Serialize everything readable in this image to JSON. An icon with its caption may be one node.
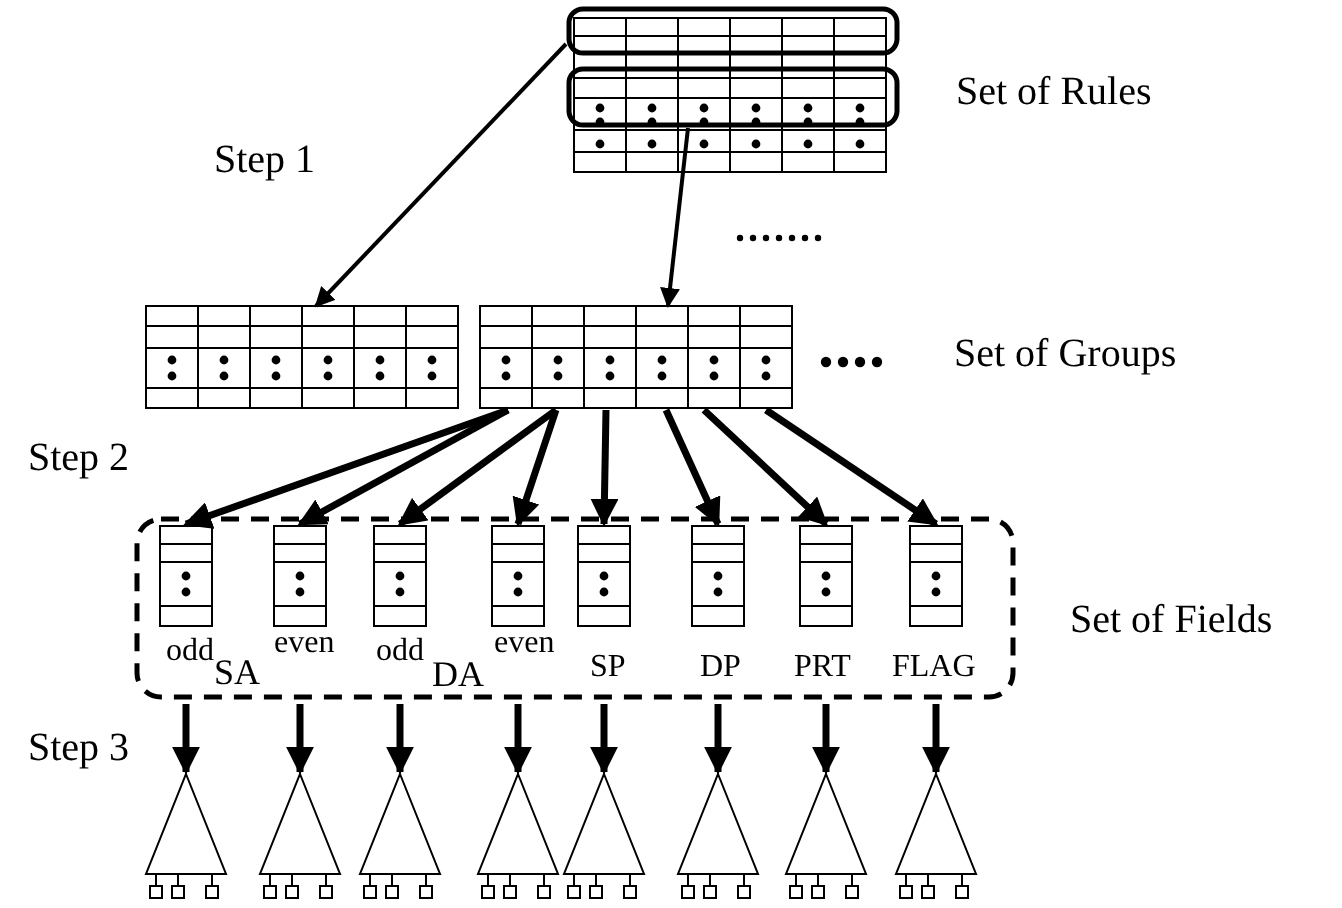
{
  "diagram": {
    "nodes": [
      {
        "text": [],
        "shape": "table"
      },
      {
        "text": [],
        "shape": "box",
        "in": 0
      },
      {
        "text": [],
        "shape": "box",
        "in": 0
      },
      {
        "text": [],
        "shape": "table"
      },
      {
        "text": [],
        "shape": "table"
      },
      {
        "text": [],
        "shape": "box"
      },
      {
        "text": [],
        "shape": "table",
        "in": 5,
        "beside": [
          "odd"
        ]
      },
      {
        "text": [],
        "shape": "table",
        "in": 5,
        "beside": [
          "even"
        ]
      },
      {
        "text": [],
        "shape": "table",
        "in": 5,
        "beside": [
          "odd"
        ]
      },
      {
        "text": [],
        "shape": "table",
        "in": 5,
        "beside": [
          "even"
        ]
      },
      {
        "text": [],
        "shape": "table",
        "in": 5,
        "beside": [
          "SP"
        ]
      },
      {
        "text": [],
        "shape": "table",
        "in": 5,
        "beside": [
          "DP"
        ]
      },
      {
        "text": [],
        "shape": "table",
        "in": 5,
        "beside": [
          "PRT"
        ]
      },
      {
        "text": [],
        "shape": "table",
        "in": 5,
        "beside": [
          "FLAG"
        ]
      },
      {
        "text": [],
        "shape": "triangle"
      },
      {
        "text": [],
        "shape": "triangle"
      },
      {
        "text": [],
        "shape": "triangle"
      },
      {
        "text": [],
        "shape": "triangle"
      },
      {
        "text": [],
        "shape": "triangle"
      },
      {
        "text": [],
        "shape": "triangle"
      },
      {
        "text": [],
        "shape": "triangle"
      },
      {
        "text": [],
        "shape": "triangle"
      }
    ],
    "edges": [
      {
        "from": 1,
        "to": 3,
        "arrow": "to"
      },
      {
        "from": 2,
        "to": 4,
        "arrow": "to"
      },
      {
        "from": 4,
        "to": 6,
        "arrow": "to"
      },
      {
        "from": 4,
        "to": 7,
        "arrow": "to"
      },
      {
        "from": 4,
        "to": 8,
        "arrow": "to"
      },
      {
        "from": 4,
        "to": 9,
        "arrow": "to"
      },
      {
        "from": 4,
        "to": 10,
        "arrow": "to"
      },
      {
        "from": 4,
        "to": 11,
        "arrow": "to"
      },
      {
        "from": 4,
        "to": 12,
        "arrow": "to"
      },
      {
        "from": 4,
        "to": 13,
        "arrow": "to"
      },
      {
        "from": 6,
        "to": 14,
        "arrow": "to"
      },
      {
        "from": 7,
        "to": 15,
        "arrow": "to"
      },
      {
        "from": 8,
        "to": 16,
        "arrow": "to"
      },
      {
        "from": 9,
        "to": 17,
        "arrow": "to"
      },
      {
        "from": 10,
        "to": 18,
        "arrow": "to"
      },
      {
        "from": 11,
        "to": 19,
        "arrow": "to"
      },
      {
        "from": 12,
        "to": 20,
        "arrow": "to"
      },
      {
        "from": 13,
        "to": 21,
        "arrow": "to"
      }
    ],
    "labels": [
      "Set of Rules",
      "Step 1",
      "Set of Groups",
      "Step 2",
      "SA",
      "DA",
      "Set of Fields",
      "Step 3"
    ]
  }
}
